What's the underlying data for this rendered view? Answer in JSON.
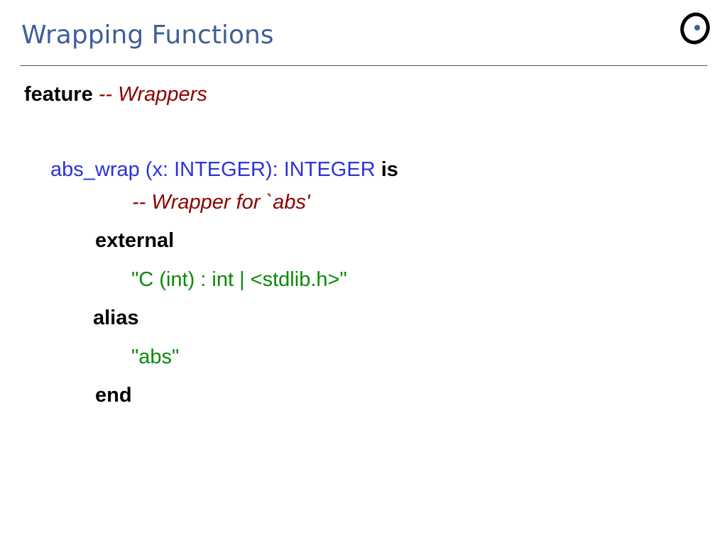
{
  "slide": {
    "title": "Wrapping Functions",
    "logo_icon": "eiffel-logo-icon"
  },
  "code": {
    "feature_keyword": "feature",
    "feature_comment": "-- Wrappers",
    "signature": "abs_wrap (x: INTEGER): INTEGER",
    "is_keyword": "is",
    "header_comment": "-- Wrapper for `abs'",
    "external_keyword": "external",
    "external_spec": "\"C (int) : int | <stdlib.h>\"",
    "alias_keyword": "alias",
    "alias_value": "\"abs\"",
    "end_keyword": "end"
  },
  "colors": {
    "title": "#3f5f97",
    "keyword": "#000000",
    "comment": "#8b0000",
    "identifier": "#2b33d9",
    "string": "#0a8a0a"
  }
}
